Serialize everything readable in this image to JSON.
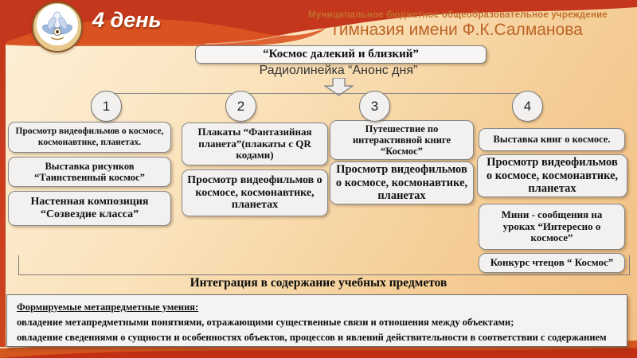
{
  "header": {
    "day_label": "4 день",
    "org_line1": "Муниципальное бюджетное общеобразовательное учреждение",
    "org_line2": "гимназия имени Ф.К.Салманова",
    "logo_icon": "school-emblem-flower"
  },
  "title": {
    "main": "“Космос далекий и близкий”",
    "subtitle": "Радиолинейка “Анонс дня”"
  },
  "columns": [
    {
      "number": "1",
      "boxes": [
        "Просмотр видеофильмов о космосе, космонавтике, планетах.",
        "Выставка рисунков “Таинственный космос”",
        "Настенная композиция “Созвездие класса”"
      ]
    },
    {
      "number": "2",
      "boxes": [
        "Плакаты “Фантазийная планета”(плакаты с QR кодами)",
        "Просмотр видеофильмов о космосе, космонавтике, планетах"
      ]
    },
    {
      "number": "3",
      "boxes": [
        "Путешествие по интерактивной книге “Космос”",
        "Просмотр видеофильмов о космосе, космонавтике, планетах"
      ]
    },
    {
      "number": "4",
      "boxes": [
        "Выставка книг о космосе.",
        "Просмотр видеофильмов о космосе, космонавтике, планетах",
        "Мини - сообщения на уроках “Интересно о космосе”",
        "Конкурс чтецов “ Космос”"
      ]
    }
  ],
  "integration_label": "Интеграция в содержание учебных предметов",
  "footer_box": {
    "heading": "Формируемые метапредметные умения:",
    "lines": [
      "овладение метапредметными понятиями, отражающими существенные связи  и отношения между объектами;",
      "овладение сведениями о сущности и особенностях объектов, процессов и явлений действительности в соответствии с содержанием"
    ]
  },
  "colors": {
    "accent_red": "#c5371c",
    "accent_orange": "#dd5524",
    "background_beige": "#f5cd96",
    "box_fill": "#f2f1ef",
    "box_border": "#878787",
    "org_text": "#bd6426"
  }
}
